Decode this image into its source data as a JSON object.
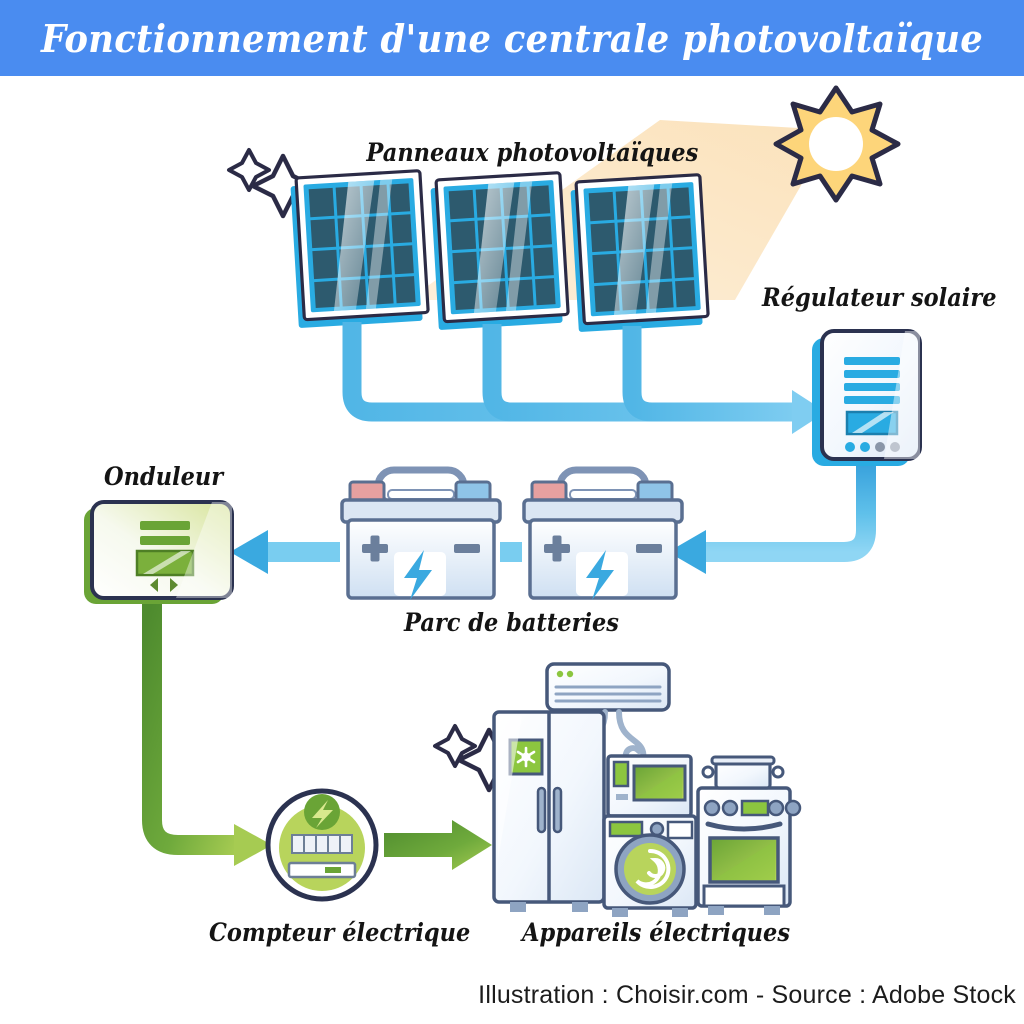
{
  "banner": {
    "title": "Fonctionnement d'une centrale photovoltaïque",
    "bg_color": "#4a8cf0",
    "text_color": "#ffffff"
  },
  "labels": {
    "panels": "Panneaux photovoltaïques",
    "regulator": "Régulateur solaire",
    "inverter": "Onduleur",
    "batteries": "Parc de batteries",
    "meter": "Compteur électrique",
    "appliances": "Appareils électriques"
  },
  "credit": "Illustration : Choisir.com - Source : Adobe Stock",
  "colors": {
    "banner_blue": "#4a8cf0",
    "arrow_blue": "#3aa9e0",
    "arrow_blue_light": "#79cdf0",
    "panel_frame": "#29abe2",
    "panel_cell": "#2d5a6e",
    "outline_navy": "#2b2b46",
    "sun_yellow": "#fdd57a",
    "sun_beam": "#fbe6c4",
    "green_dark": "#5d9c38",
    "green_light": "#a8cc4a",
    "appliance_body": "#eef4fb",
    "appliance_outline": "#46587a"
  },
  "diagram": {
    "type": "flow",
    "nodes": [
      {
        "id": "sun",
        "name": "sun",
        "label": ""
      },
      {
        "id": "panels",
        "name": "solar-panels",
        "label": "Panneaux photovoltaïques",
        "count": 3
      },
      {
        "id": "regulator",
        "name": "solar-regulator",
        "label": "Régulateur solaire"
      },
      {
        "id": "batteries",
        "name": "battery-bank",
        "label": "Parc de batteries",
        "count": 2
      },
      {
        "id": "inverter",
        "name": "inverter",
        "label": "Onduleur"
      },
      {
        "id": "meter",
        "name": "electric-meter",
        "label": "Compteur électrique"
      },
      {
        "id": "appliances",
        "name": "electric-appliances",
        "label": "Appareils électriques"
      }
    ],
    "edges": [
      {
        "from": "sun",
        "to": "panels",
        "style": "light-beam"
      },
      {
        "from": "panels",
        "to": "regulator",
        "style": "blue-arrow"
      },
      {
        "from": "regulator",
        "to": "batteries",
        "style": "blue-arrow"
      },
      {
        "from": "batteries",
        "to": "inverter",
        "style": "blue-arrow"
      },
      {
        "from": "inverter",
        "to": "meter",
        "style": "green-arrow"
      },
      {
        "from": "meter",
        "to": "appliances",
        "style": "green-arrow"
      }
    ]
  },
  "appliance_items": [
    {
      "name": "air-conditioner"
    },
    {
      "name": "refrigerator"
    },
    {
      "name": "microwave"
    },
    {
      "name": "washing-machine"
    },
    {
      "name": "stove"
    }
  ],
  "battery_symbols": {
    "plus": "+",
    "minus": "–"
  },
  "meter": {
    "digit_count": 5
  }
}
